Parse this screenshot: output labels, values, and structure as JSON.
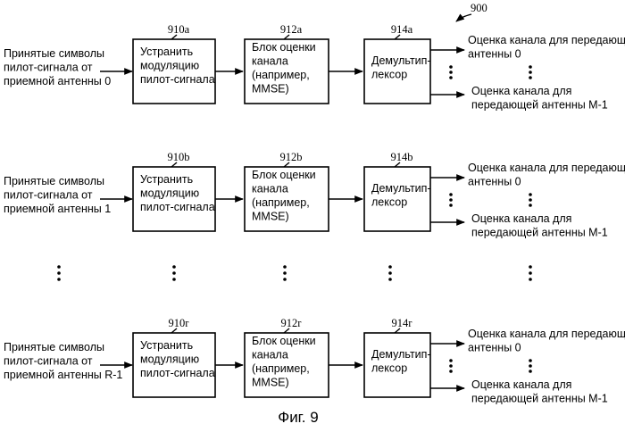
{
  "figure_ref": "900",
  "caption": "Фиг. 9",
  "rows": [
    {
      "input_lines": [
        "Принятые символы",
        "пилот-сигнала от",
        "приемной антенны 0"
      ],
      "demod": {
        "ref": "910a",
        "lines": [
          "Устранить",
          "модуляцию",
          "пилот-сигнала"
        ]
      },
      "estimator": {
        "ref": "912a",
        "lines": [
          "Блок оценки",
          "канала",
          "(например,",
          "MMSE)"
        ]
      },
      "demux": {
        "ref": "914a",
        "lines": [
          "Демультип-",
          "лексор"
        ]
      },
      "out_first": [
        "Оценка канала для передающей",
        "антенны 0"
      ],
      "out_last": [
        "Оценка канала для",
        "передающей антенны M-1"
      ]
    },
    {
      "input_lines": [
        "Принятые символы",
        "пилот-сигнала от",
        "приемной антенны 1"
      ],
      "demod": {
        "ref": "910b",
        "lines": [
          "Устранить",
          "модуляцию",
          "пилот-сигнала"
        ]
      },
      "estimator": {
        "ref": "912b",
        "lines": [
          "Блок оценки",
          "канала",
          "(например,",
          "MMSE)"
        ]
      },
      "demux": {
        "ref": "914b",
        "lines": [
          "Демультип-",
          "лексор"
        ]
      },
      "out_first": [
        "Оценка канала для передающей",
        "антенны 0"
      ],
      "out_last": [
        "Оценка канала для",
        "передающей антенны M-1"
      ]
    },
    {
      "input_lines": [
        "Принятые символы",
        "пилот-сигнала от",
        "приемной антенны R-1"
      ],
      "demod": {
        "ref": "910r",
        "lines": [
          "Устранить",
          "модуляцию",
          "пилот-сигнала"
        ]
      },
      "estimator": {
        "ref": "912r",
        "lines": [
          "Блок оценки",
          "канала",
          "(например,",
          "MMSE)"
        ]
      },
      "demux": {
        "ref": "914r",
        "lines": [
          "Демультип-",
          "лексор"
        ]
      },
      "out_first": [
        "Оценка канала для передающей",
        "антенны 0"
      ],
      "out_last": [
        "Оценка канала для",
        "передающей антенны M-1"
      ]
    }
  ]
}
